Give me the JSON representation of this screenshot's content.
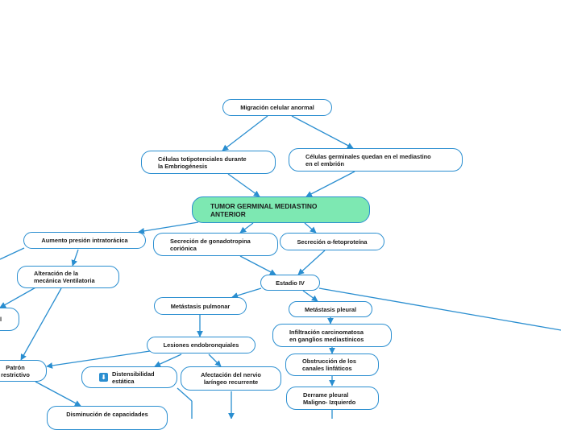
{
  "nodes": {
    "migracion": "Migración celular anormal",
    "totipotenciales": "Células totipotenciales durante\nla Embriogénesis",
    "germinales": "Células germinales quedan en el mediastino\nen el embrión",
    "tumor": "TUMOR GERMINAL MEDIASTINO\nANTERIOR",
    "presion": "Aumento presión intratorácica",
    "gonadotropina": "Secreción de gonadotropina\ncoriónica",
    "fetoproteina": "Secreción α-fetoproteína",
    "alteracion": "Alteración de la\nmecánica Ventilatoria",
    "estadio": "Estadio IV",
    "metastasis_pulmonar": "Metástasis pulmonar",
    "metastasis_pleural": "Metástasis pleural",
    "infiltracion": "Infiltración carcinomatosa\nen ganglios mediastínicos",
    "lesiones": "Lesiones endobronquiales",
    "obstruccion": "Obstrucción de los\ncanales linfáticos",
    "patron": "Patrón\nrestrictivo",
    "distensibilidad": "Distensibilidad\nestática",
    "afectacion": "Afectación del nervio\nlaríngeo recurrente",
    "derrame": "Derrame pleural\nMaligno- Izquierdo",
    "disminucion": "Disminución de capacidades",
    "cut_left": "l"
  },
  "colors": {
    "edge": "#2a8ed0",
    "main_fill": "#7de8b2",
    "node_border": "#2a8ed0"
  },
  "icons": {
    "distensibilidad": "download-icon"
  }
}
